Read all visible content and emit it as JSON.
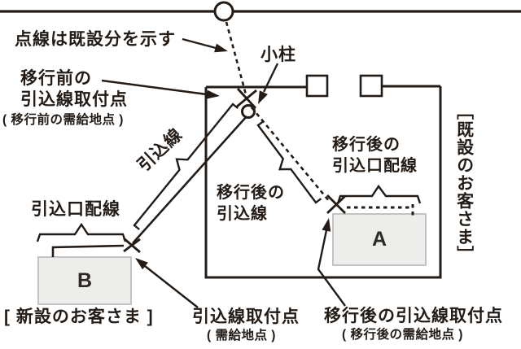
{
  "colors": {
    "ink": "#231b15",
    "box_fill": "#ededeb",
    "box_border": "#c3c3c1"
  },
  "legend": {
    "dotted_note": "点線は既設分を示す"
  },
  "labels": {
    "small_pole": "小柱",
    "before_move_line1": "移行前の",
    "before_move_line2": "引込線取付点",
    "before_move_sub": "( 移行前の需給地点 )",
    "service_wire": "引込線",
    "after_wire_line1": "移行後の",
    "after_wire_line2": "引込線",
    "after_entrance_line1": "移行後の",
    "after_entrance_line2": "引込口配線",
    "entrance_wiring_b": "引込口配線",
    "new_customer": "[ 新設のお客さま ]",
    "attach_point_b": "引込線取付点",
    "attach_point_b_sub": "( 需給地点 )",
    "attach_point_a": "移行後の引込線取付点",
    "attach_point_a_sub": "( 移行後の需給地点 )",
    "existing_customer": "［既設のお客さま］"
  },
  "boxes": {
    "a": "A",
    "b": "B"
  }
}
